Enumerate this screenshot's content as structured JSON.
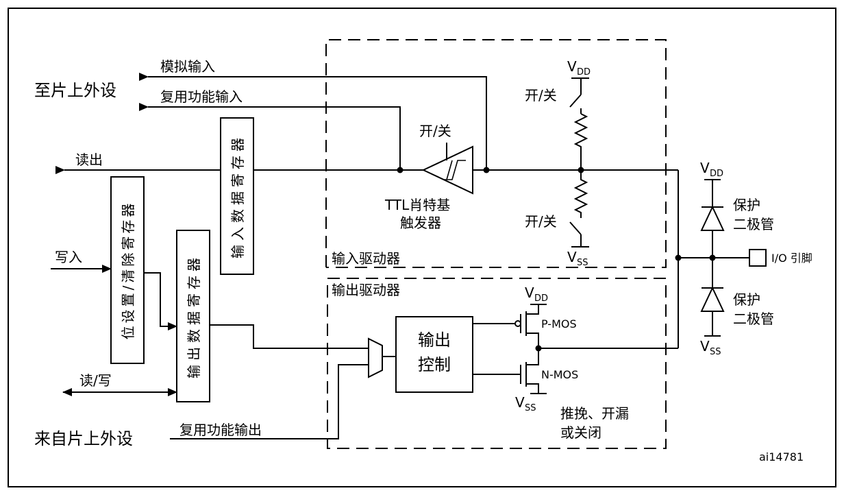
{
  "labels": {
    "to_onchip_peripheral": "至片上外设",
    "analog_input": "模拟输入",
    "alt_func_input": "复用功能输入",
    "read_out": "读出",
    "write_in": "写入",
    "read_write": "读/写",
    "from_onchip_peripheral": "来自片上外设",
    "alt_func_output": "复用功能输出",
    "input_data_register": "输入数据寄存器",
    "bit_set_reset_register": "位设置/清除寄存器",
    "output_data_register": "输出数据寄存器",
    "on_off_trigger": "开/关",
    "ttl_schmitt_line1": "TTL肖特基",
    "ttl_schmitt_line2": "触发器",
    "on_off_pullup": "开/关",
    "on_off_pulldown": "开/关",
    "vdd_pullup": "V",
    "vdd_pullup_sub": "DD",
    "vss_pulldown": "V",
    "vss_pulldown_sub": "SS",
    "input_driver": "输入驱动器",
    "output_driver": "输出驱动器",
    "output_control_line1": "输出",
    "output_control_line2": "控制",
    "vdd_pmos": "V",
    "vdd_pmos_sub": "DD",
    "pmos": "P-MOS",
    "nmos": "N-MOS",
    "vss_nmos": "V",
    "vss_nmos_sub": "SS",
    "mode_line1": "推挽、开漏",
    "mode_line2": "或关闭",
    "vdd_protect": "V",
    "vdd_protect_sub": "DD",
    "protect_diode_top_line1": "保护",
    "protect_diode_top_line2": "二极管",
    "io_pin": "I/O 引脚",
    "protect_diode_bottom_line1": "保护",
    "protect_diode_bottom_line2": "二极管",
    "vss_protect": "V",
    "vss_protect_sub": "SS",
    "figure_id": "ai14781"
  }
}
